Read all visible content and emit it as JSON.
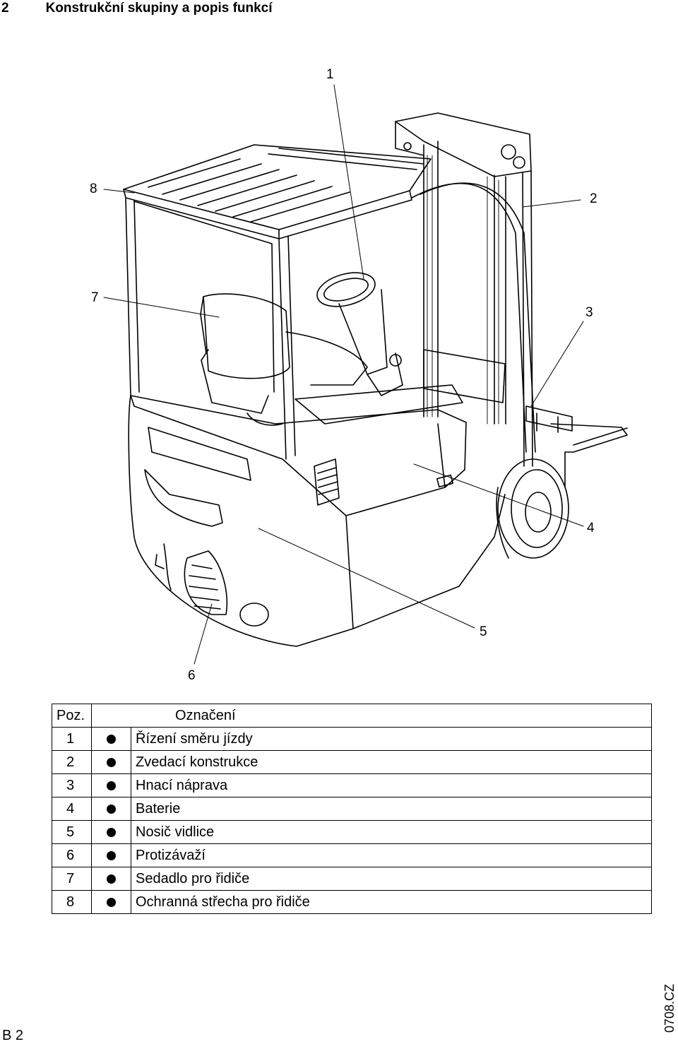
{
  "header": {
    "section_number": "2",
    "section_title": "Konstrukční skupiny a popis funkcí"
  },
  "callouts": [
    {
      "id": "c1",
      "label": "1"
    },
    {
      "id": "c2",
      "label": "2"
    },
    {
      "id": "c3",
      "label": "3"
    },
    {
      "id": "c4",
      "label": "4"
    },
    {
      "id": "c5",
      "label": "5"
    },
    {
      "id": "c6",
      "label": "6"
    },
    {
      "id": "c7",
      "label": "7"
    },
    {
      "id": "c8",
      "label": "8"
    }
  ],
  "legend": {
    "col_pos": "Poz.",
    "col_name": "Označení",
    "rows": [
      {
        "pos": "1",
        "name": "Řízení směru jízdy"
      },
      {
        "pos": "2",
        "name": "Zvedací konstrukce"
      },
      {
        "pos": "3",
        "name": "Hnací náprava"
      },
      {
        "pos": "4",
        "name": "Baterie"
      },
      {
        "pos": "5",
        "name": "Nosič vidlice"
      },
      {
        "pos": "6",
        "name": "Protizávaží"
      },
      {
        "pos": "7",
        "name": "Sedadlo pro řidiče"
      },
      {
        "pos": "8",
        "name": "Ochranná střecha pro řidiče"
      }
    ]
  },
  "footer": {
    "page": "B 2",
    "doc_code": "0708.CZ"
  }
}
